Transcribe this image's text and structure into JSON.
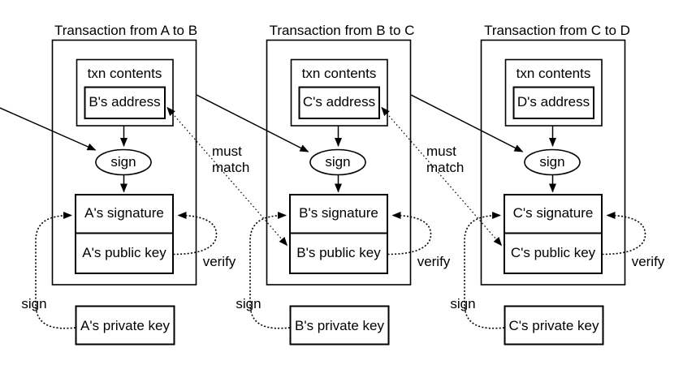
{
  "colors": {
    "background": "#ffffff",
    "line": "#000000",
    "text": "#000000"
  },
  "diagram": {
    "transactions": [
      {
        "title": "Transaction from A to B",
        "contents_label": "txn contents",
        "address": "B's address",
        "sign_action": "sign",
        "signature": "A's signature",
        "public_key": "A's public key",
        "private_key": "A's private key",
        "sign_edge_label": "sign",
        "verify_edge_label": "verify"
      },
      {
        "title": "Transaction from B to C",
        "contents_label": "txn contents",
        "address": "C's address",
        "sign_action": "sign",
        "signature": "B's signature",
        "public_key": "B's public key",
        "private_key": "B's private key",
        "sign_edge_label": "sign",
        "verify_edge_label": "verify"
      },
      {
        "title": "Transaction from C to D",
        "contents_label": "txn contents",
        "address": "D's address",
        "sign_action": "sign",
        "signature": "C's signature",
        "public_key": "C's public key",
        "private_key": "C's private key",
        "sign_edge_label": "sign",
        "verify_edge_label": "verify"
      }
    ],
    "must_match": [
      {
        "line1": "must",
        "line2": "match"
      },
      {
        "line1": "must",
        "line2": "match"
      }
    ]
  }
}
